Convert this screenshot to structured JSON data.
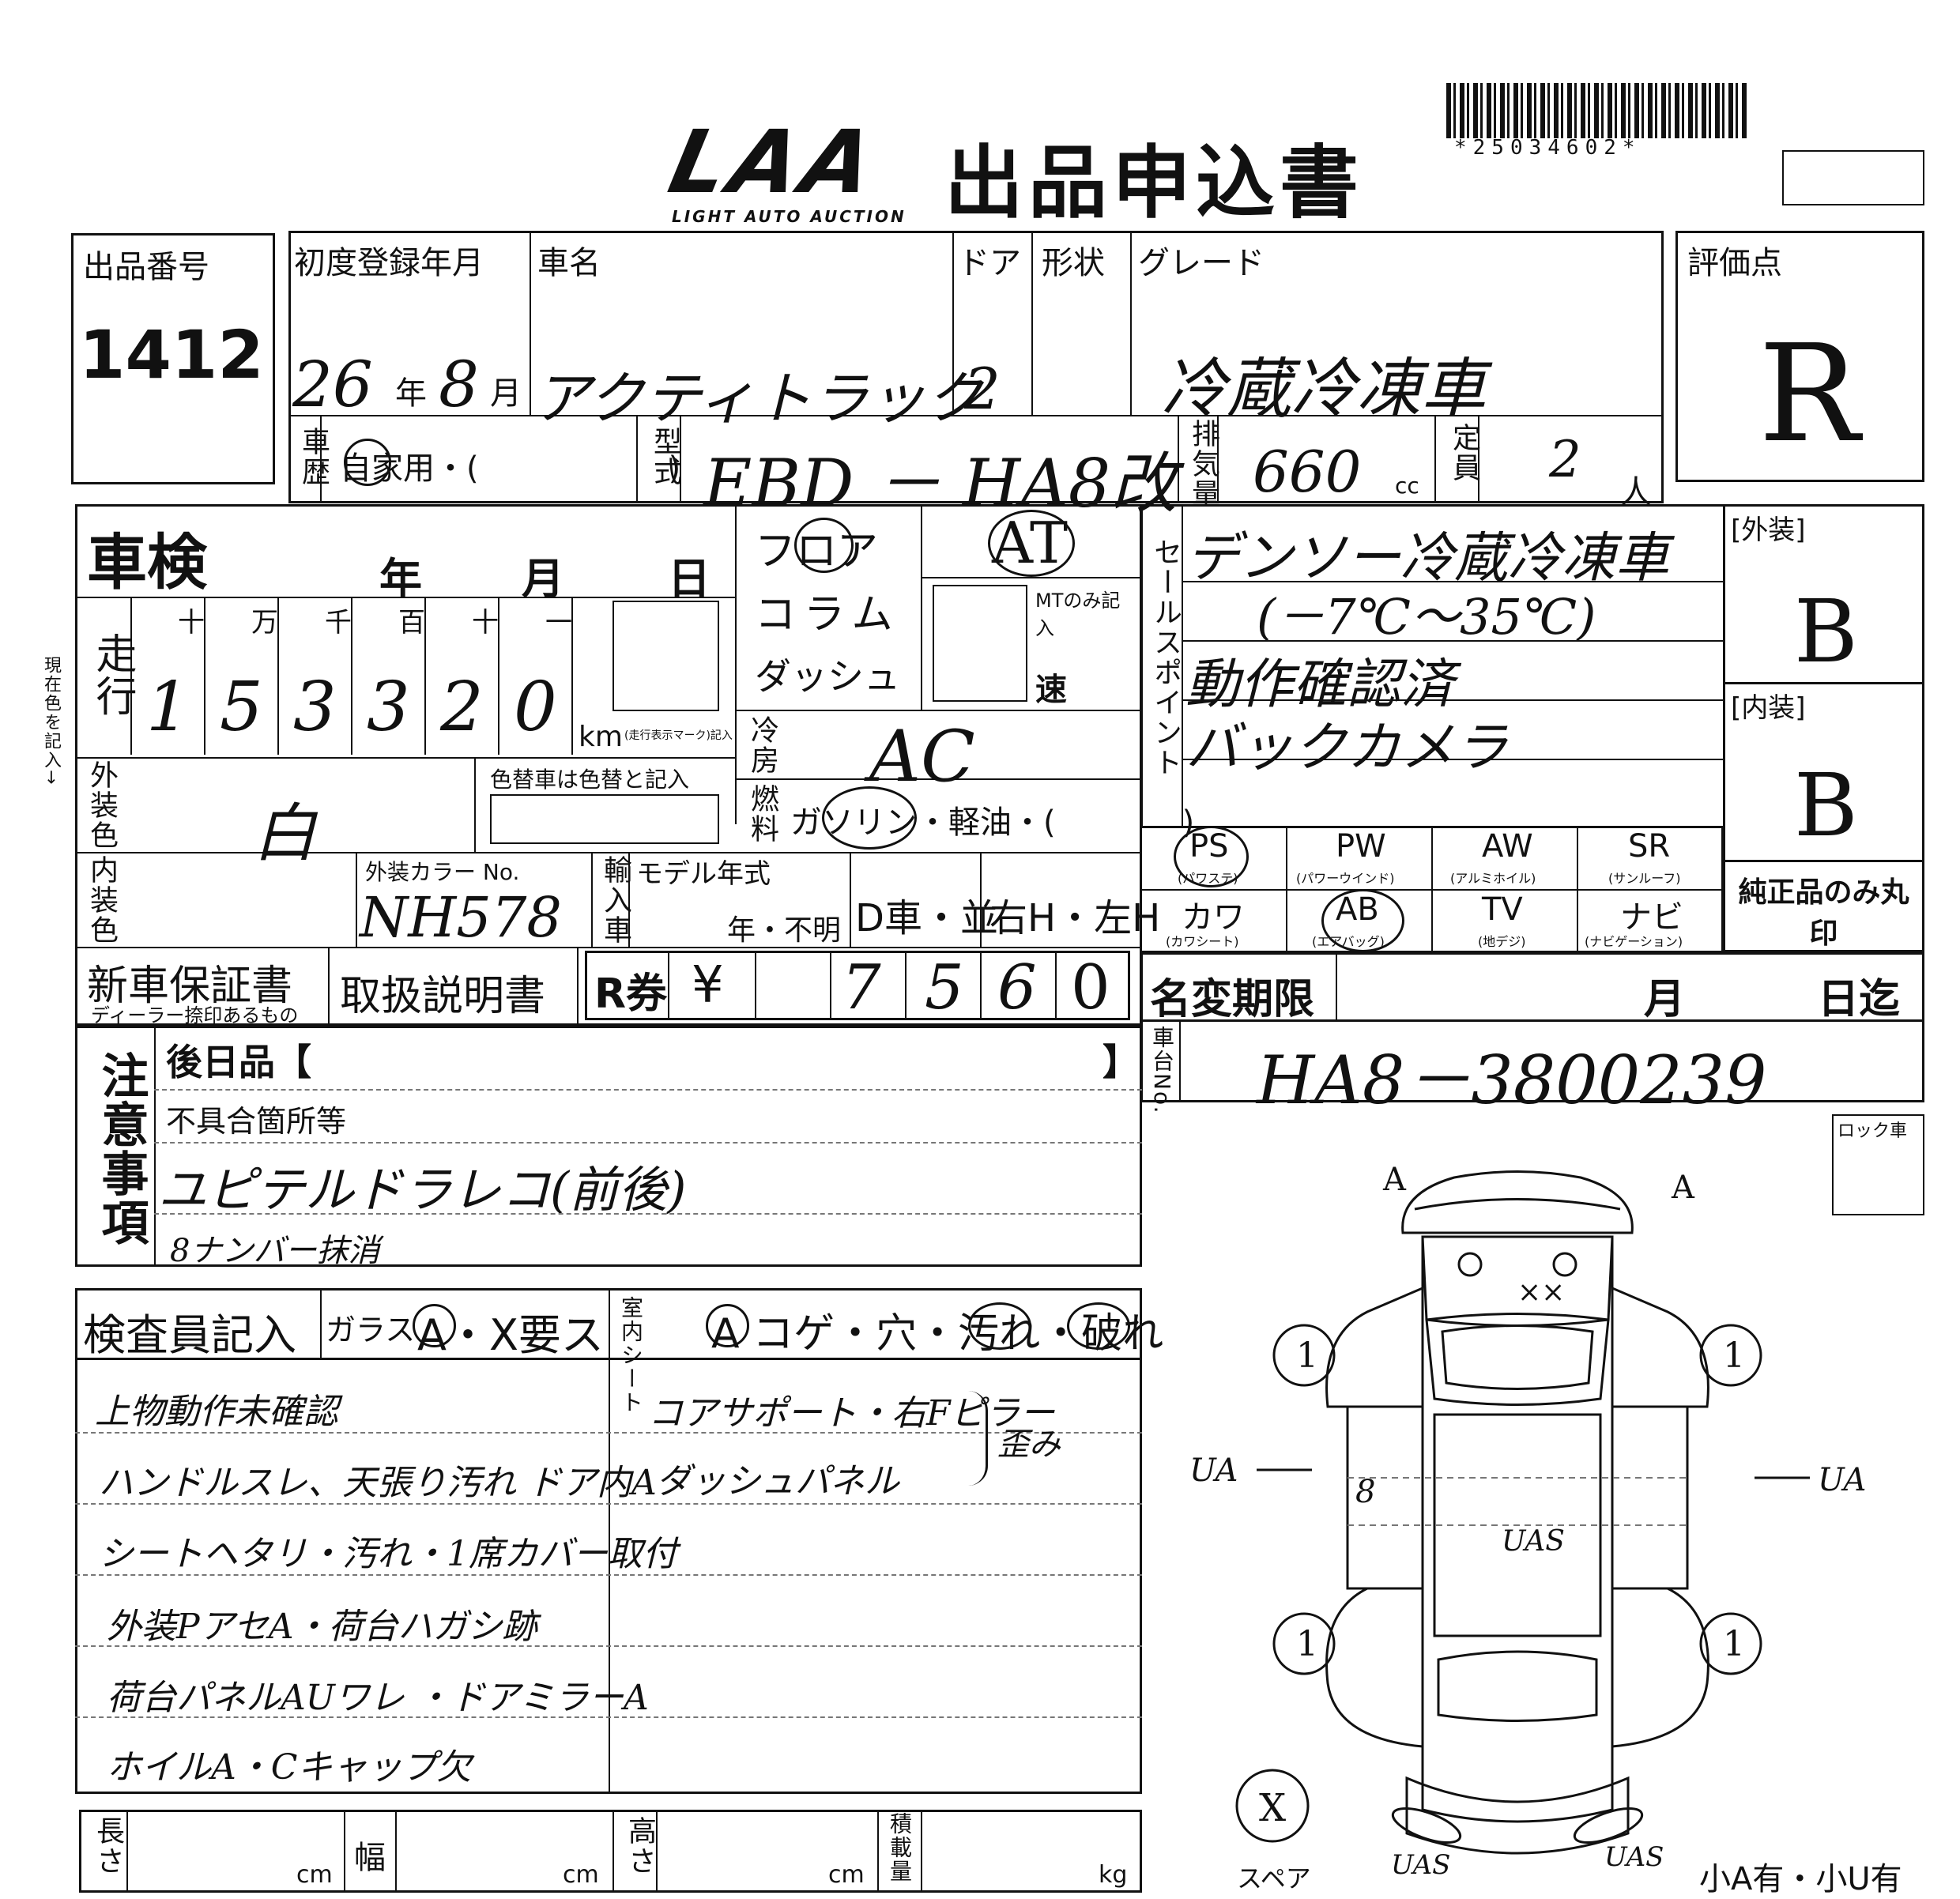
{
  "header": {
    "logo": "LAA",
    "logo_sub": "LIGHT AUTO AUCTION",
    "title": "出品申込書",
    "barcode_text": "*25034602*"
  },
  "top_row": {
    "lot_label": "出品番号",
    "lot_value": "1412",
    "first_reg_label": "初度登録年月",
    "first_reg_year": "26",
    "year_unit": "年",
    "first_reg_month": "8",
    "month_unit": "月",
    "car_name_label": "車名",
    "car_name_value": "アクティトラック",
    "door_label": "ドア",
    "door_value": "2",
    "shape_label": "形状",
    "grade_label": "グレード",
    "grade_value": "冷蔵冷凍車",
    "score_label": "評価点",
    "score_value": "R"
  },
  "second_row": {
    "history_label": "車歴",
    "history_value": "自家用・(　　　　　　)",
    "model_label": "型式",
    "model_value": "EBD － HA8改",
    "displacement_label": "排気量",
    "displacement_value": "660",
    "displacement_unit": "cc",
    "capacity_label": "定員",
    "capacity_value": "2",
    "capacity_unit": "人"
  },
  "inspection": {
    "label": "車検",
    "year": "年",
    "month": "月",
    "day": "日"
  },
  "mileage": {
    "label": "走行",
    "digit_headers": [
      "十",
      "万",
      "千",
      "百",
      "十",
      "一"
    ],
    "digits": [
      "1",
      "5",
      "3",
      "3",
      "2",
      "0"
    ],
    "unit": "km",
    "unit_note": "(走行表示マーク)記入"
  },
  "shift": {
    "floor": "フロア",
    "column": "コラム",
    "dash": "ダッシュ",
    "at": "AT",
    "mt_note": "MTのみ記入",
    "ren": "速"
  },
  "ac": {
    "label": "冷房",
    "value": "AC"
  },
  "fuel": {
    "label": "燃料",
    "value": "ガソリン・軽油・(　　　　)"
  },
  "exterior_color": {
    "label": "外装色",
    "value": "白",
    "repaint_note": "色替車は色替と記入"
  },
  "interior_color": {
    "label": "内装色",
    "color_no_label": "外装カラー No.",
    "color_no_value": "NH578"
  },
  "import": {
    "label": "輸入車",
    "model_year_label": "モデル年式",
    "model_year_unit": "年・不明",
    "d_label": "D車・並",
    "hand_label": "右H・左H"
  },
  "sales_points": {
    "label": "セールスポイント",
    "lines": [
      "デンソー冷蔵冷凍車",
      "(－7℃～35℃)",
      "動作確認済",
      "バックカメラ"
    ]
  },
  "exterior_grade": {
    "label": "[外装]",
    "value": "B"
  },
  "interior_grade": {
    "label": "[内装]",
    "value": "B"
  },
  "equipment": [
    {
      "code": "PS",
      "sub": "(パワステ)"
    },
    {
      "code": "PW",
      "sub": "(パワーウインド)"
    },
    {
      "code": "AW",
      "sub": "(アルミホイル)"
    },
    {
      "code": "SR",
      "sub": "(サンルーフ)"
    },
    {
      "code": "カワ",
      "sub": "(カワシート)"
    },
    {
      "code": "AB",
      "sub": "(エアバッグ)"
    },
    {
      "code": "TV",
      "sub": "(地デジ)"
    },
    {
      "code": "ナビ",
      "sub": "(ナビゲーション)"
    }
  ],
  "genuine_note": "純正品のみ丸印",
  "warranty": {
    "label": "新車保証書",
    "sub": "ディーラー捺印あるもの",
    "manual": "取扱説明書",
    "recycle_label": "R券",
    "yen": "¥",
    "recycle_value": [
      "7",
      "5",
      "6",
      "0"
    ]
  },
  "name_change": {
    "label": "名変期限",
    "month": "月",
    "day": "日迄"
  },
  "chassis": {
    "label": "車台No.",
    "value": "HA8－3800239"
  },
  "notes": {
    "label": "注意事項",
    "later_item": "後日品【",
    "later_close": "】",
    "defects_label": "不具合箇所等",
    "line1": "ユピテルドラレコ(前後)",
    "line2": "8ナンバー抹消"
  },
  "inspector": {
    "label": "検査員記入",
    "glass_label": "ガラス",
    "glass_options": "A・X要ス",
    "seat_label": "室内シート",
    "seat_options": "A コゲ・穴・汚れ・破れ",
    "left_lines": [
      "上物動作未確認",
      "ハンドルスレ、天張り汚れ ドア内A",
      "シートヘタリ・汚れ・1席カバー取付",
      "外装PアセA・荷台ハガシ跡",
      "荷台パネルAUワレ ・ドアミラーA",
      "ホイルA・Cキャップ欠"
    ],
    "right_lines": [
      "コアサポート・右Fピラー",
      "ダッシュパネル",
      "歪み"
    ]
  },
  "dimensions": {
    "length": "長さ",
    "width": "幅",
    "height": "高さ",
    "load": "積載量",
    "cm": "cm",
    "kg": "kg"
  },
  "diagram": {
    "lock_label": "ロック車",
    "marks": [
      "A",
      "A",
      "××",
      "UA",
      "UA",
      "8",
      "UAS",
      "UAS",
      "UAS",
      "1",
      "1",
      "1",
      "1"
    ],
    "spare_label": "スペア",
    "spare_mark": "X",
    "bottom_note": "小A有・小U有",
    "side_note": "現在色を記入→"
  }
}
